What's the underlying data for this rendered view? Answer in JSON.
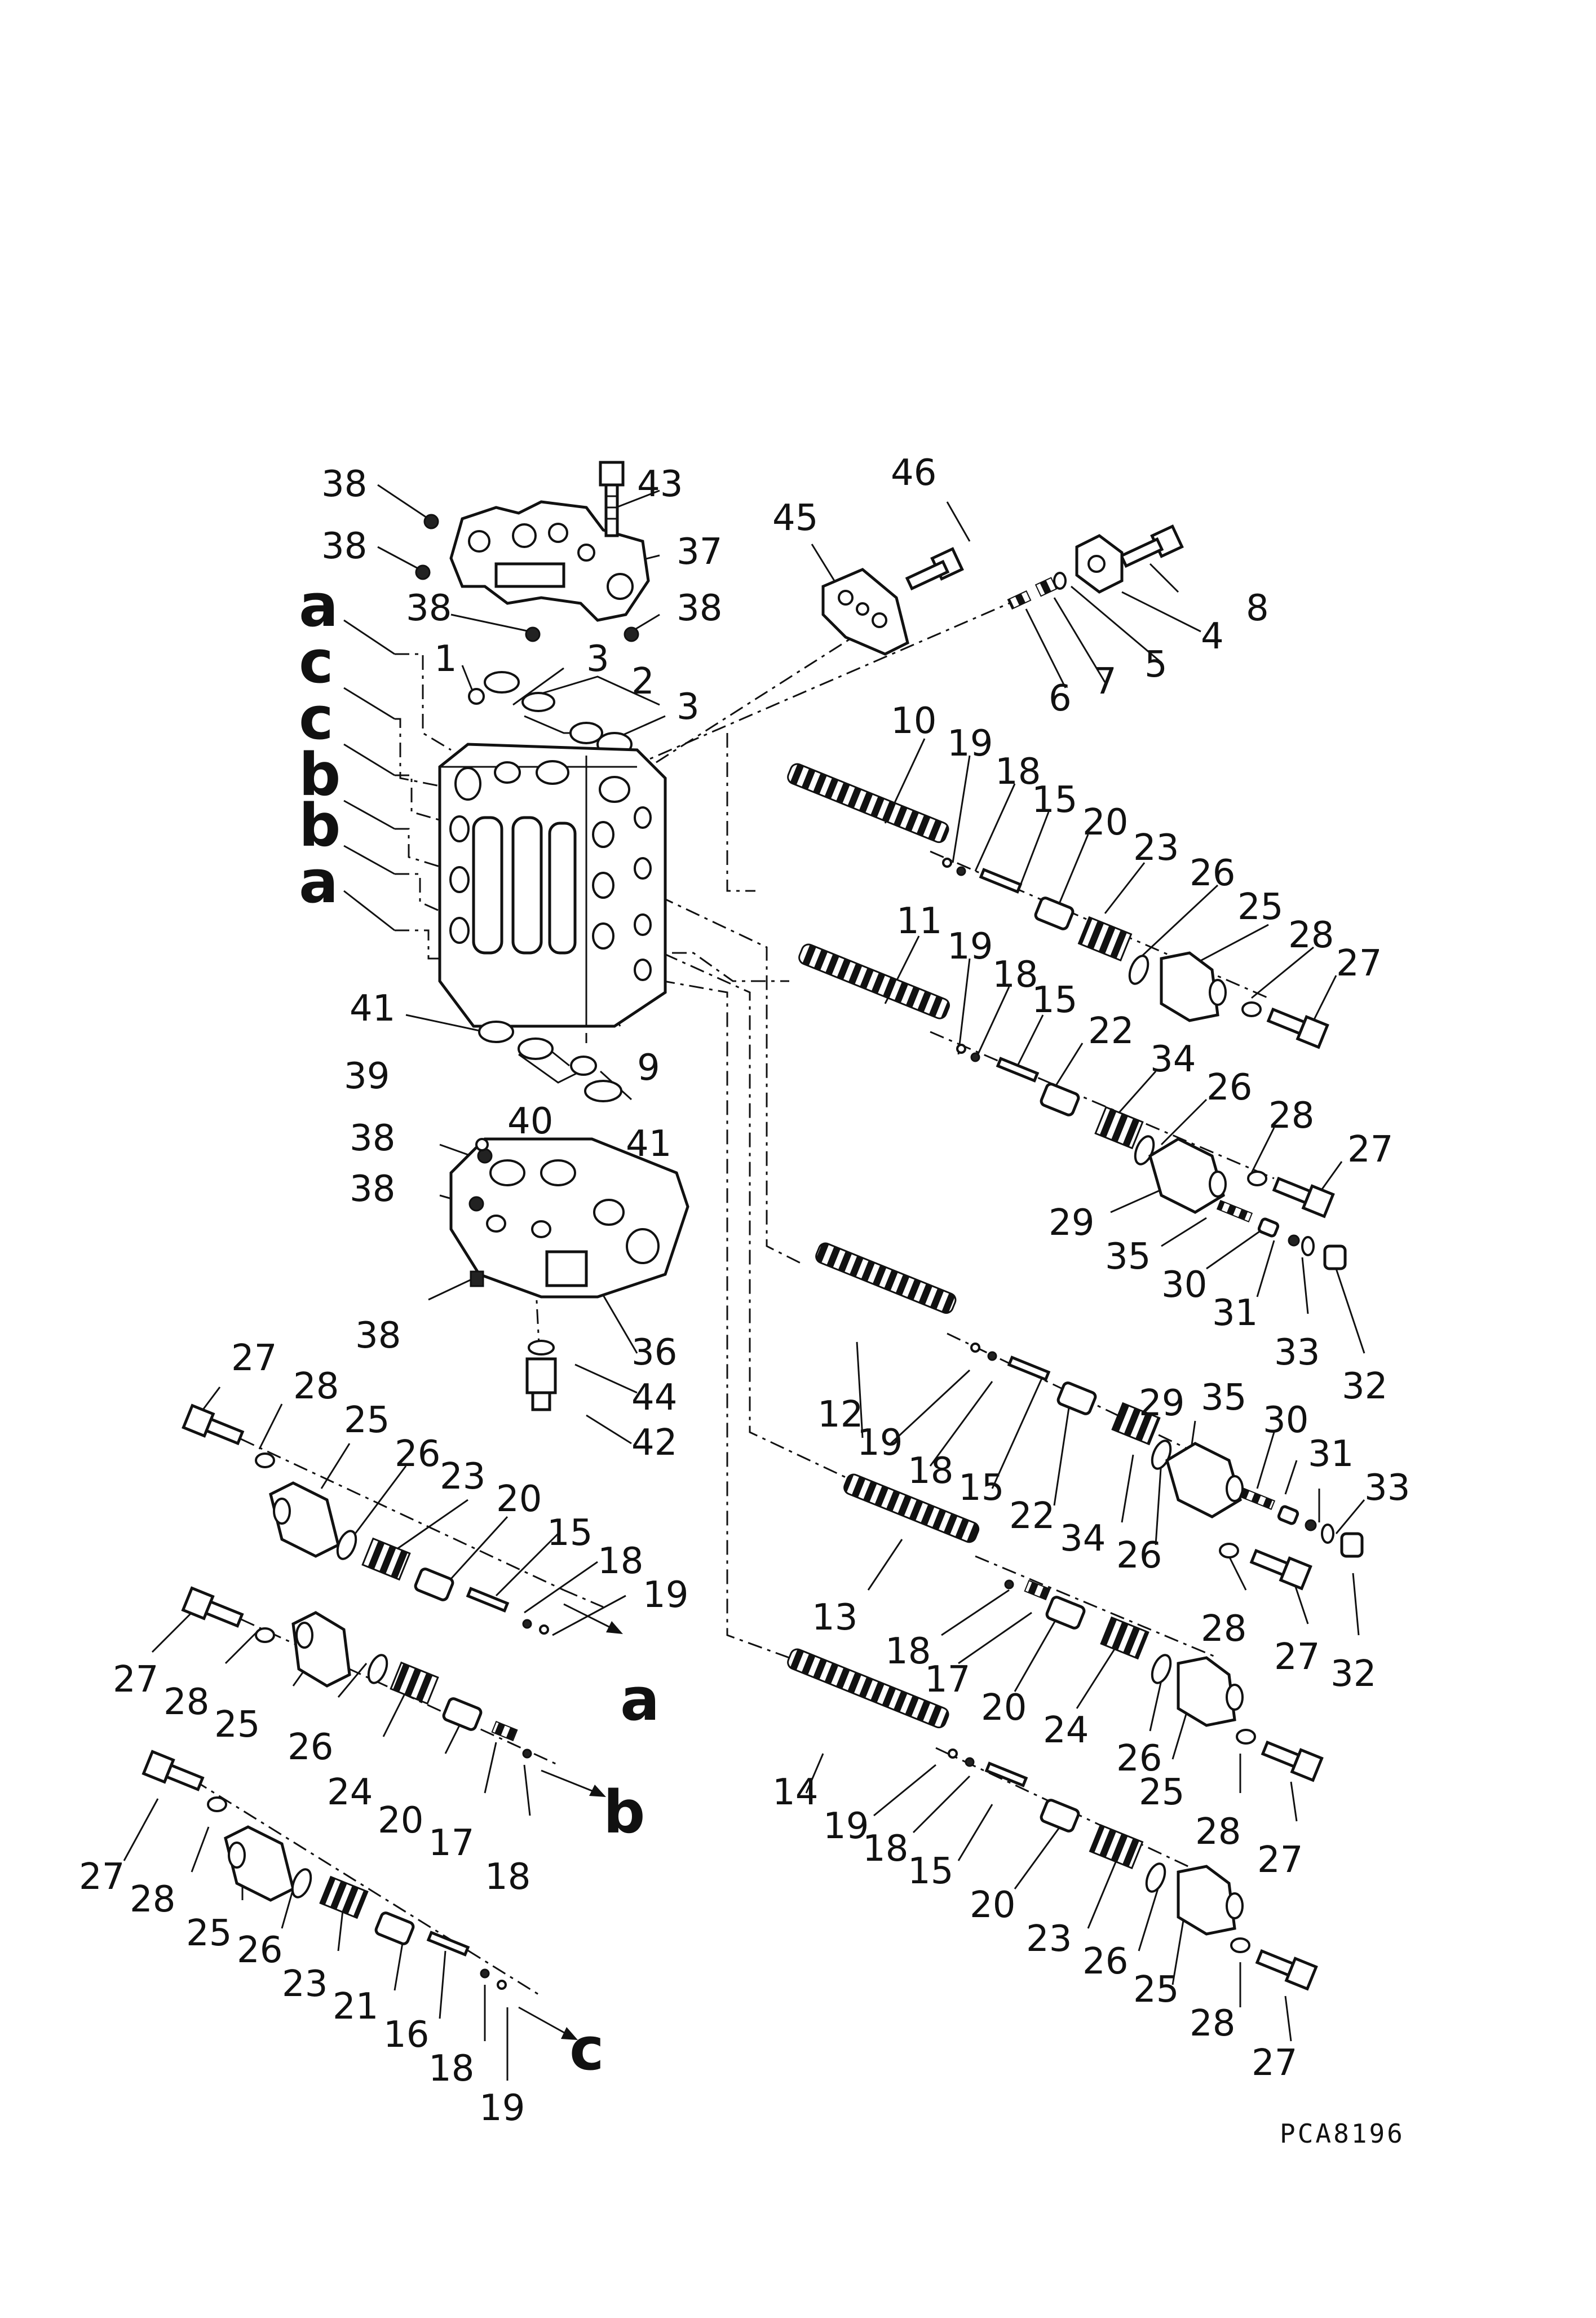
{
  "drawing_code": "PCA8196",
  "port_letters": {
    "a": "a",
    "b": "b",
    "c": "c"
  },
  "callouts": {
    "n1": "1",
    "n2": "2",
    "n3": "3",
    "n4": "4",
    "n5": "5",
    "n6": "6",
    "n7": "7",
    "n8": "8",
    "n9": "9",
    "n10": "10",
    "n11": "11",
    "n12": "12",
    "n13": "13",
    "n14": "14",
    "n15": "15",
    "n16": "16",
    "n17": "17",
    "n18": "18",
    "n19": "19",
    "n20": "20",
    "n21": "21",
    "n22": "22",
    "n23": "23",
    "n24": "24",
    "n25": "25",
    "n26": "26",
    "n27": "27",
    "n28": "28",
    "n29": "29",
    "n30": "30",
    "n31": "31",
    "n32": "32",
    "n33": "33",
    "n34": "34",
    "n35": "35",
    "n36": "36",
    "n37": "37",
    "n38": "38",
    "n39": "39",
    "n40": "40",
    "n41": "41",
    "n42": "42",
    "n43": "43",
    "n44": "44",
    "n45": "45",
    "n46": "46"
  }
}
